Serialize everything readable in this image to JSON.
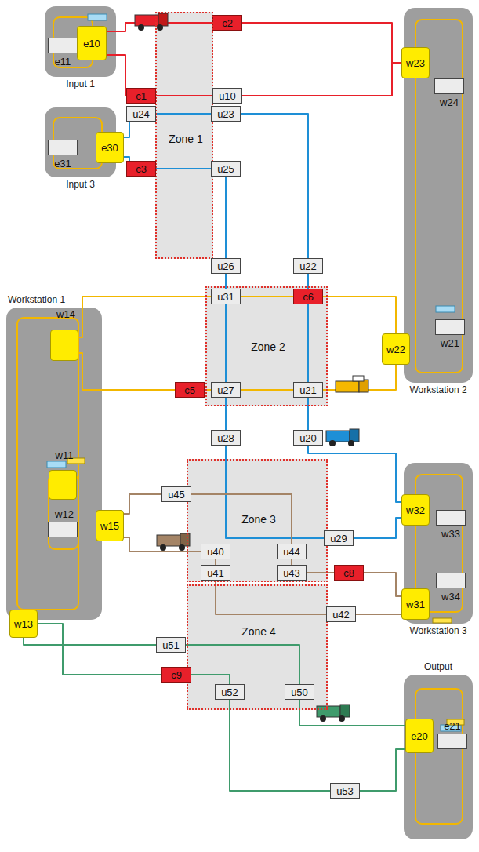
{
  "diagram": {
    "nodes": [
      {
        "text": [
          "Input 1"
        ]
      },
      {
        "text": [
          "e11"
        ],
        "in": 0
      },
      {
        "text": [
          "e10"
        ]
      },
      {
        "text": [
          "c2"
        ]
      },
      {
        "text": [
          "Zone 1"
        ]
      },
      {
        "text": [
          "c1"
        ]
      },
      {
        "text": [
          "u10"
        ]
      },
      {
        "text": [
          "w23"
        ]
      },
      {
        "text": [
          "Workstation 2"
        ]
      },
      {
        "text": [
          "w24"
        ],
        "in": 8
      },
      {
        "text": [
          "w21"
        ],
        "in": 8
      },
      {
        "text": [
          "Input 3"
        ]
      },
      {
        "text": [
          "e31"
        ],
        "in": 11
      },
      {
        "text": [
          "e30"
        ]
      },
      {
        "text": [
          "u24"
        ]
      },
      {
        "text": [
          "u23"
        ]
      },
      {
        "text": [
          "c3"
        ]
      },
      {
        "text": [
          "u25"
        ]
      },
      {
        "text": [
          "u26"
        ]
      },
      {
        "text": [
          "u22"
        ]
      },
      {
        "text": [
          "Workstation 1"
        ]
      },
      {
        "text": [
          "w14"
        ],
        "in": 20
      },
      {
        "text": [
          "w11"
        ],
        "in": 20
      },
      {
        "text": [
          "w12"
        ],
        "in": 20
      },
      {
        "text": [
          "u31"
        ]
      },
      {
        "text": [
          "c6"
        ]
      },
      {
        "text": [
          "w22"
        ]
      },
      {
        "text": [
          "Zone 2"
        ]
      },
      {
        "text": [
          "c5"
        ]
      },
      {
        "text": [
          "u27"
        ]
      },
      {
        "text": [
          "u21"
        ]
      },
      {
        "text": [
          "u28"
        ]
      },
      {
        "text": [
          "u20"
        ]
      },
      {
        "text": [
          "w15"
        ]
      },
      {
        "text": [
          "Zone 3"
        ]
      },
      {
        "text": [
          "u45"
        ]
      },
      {
        "text": [
          "Workstation 3"
        ]
      },
      {
        "text": [
          "w33"
        ],
        "in": 36
      },
      {
        "text": [
          "w34"
        ],
        "in": 36
      },
      {
        "text": [
          "w32"
        ]
      },
      {
        "text": [
          "u29"
        ]
      },
      {
        "text": [
          "u40"
        ]
      },
      {
        "text": [
          "u44"
        ]
      },
      {
        "text": [
          "u41"
        ]
      },
      {
        "text": [
          "u43"
        ]
      },
      {
        "text": [
          "c8"
        ]
      },
      {
        "text": [
          "w13"
        ]
      },
      {
        "text": [
          "Zone 4"
        ]
      },
      {
        "text": [
          "w31"
        ]
      },
      {
        "text": [
          "u51"
        ]
      },
      {
        "text": [
          "u42"
        ]
      },
      {
        "text": [
          "c9"
        ]
      },
      {
        "text": [
          "u52"
        ]
      },
      {
        "text": [
          "u50"
        ]
      },
      {
        "text": [
          "Output"
        ]
      },
      {
        "text": [
          "e21"
        ],
        "in": 54
      },
      {
        "text": [
          "e20"
        ]
      },
      {
        "text": [
          "u53"
        ]
      }
    ],
    "edges": [
      {
        "from": 2,
        "to": 3,
        "arrow": "none"
      },
      {
        "from": 3,
        "to": 7,
        "arrow": "none"
      },
      {
        "from": 7,
        "to": 6,
        "arrow": "none"
      },
      {
        "from": 6,
        "to": 5,
        "arrow": "none"
      },
      {
        "from": 5,
        "to": 2,
        "arrow": "none"
      },
      {
        "from": 13,
        "to": 14,
        "arrow": "none"
      },
      {
        "from": 14,
        "to": 15,
        "arrow": "none"
      },
      {
        "from": 15,
        "to": 19,
        "arrow": "none"
      },
      {
        "from": 19,
        "to": 25,
        "arrow": "none"
      },
      {
        "from": 25,
        "to": 30,
        "arrow": "none"
      },
      {
        "from": 30,
        "to": 32,
        "arrow": "none"
      },
      {
        "from": 32,
        "to": 39,
        "arrow": "none"
      },
      {
        "from": 39,
        "to": 40,
        "arrow": "none"
      },
      {
        "from": 40,
        "to": 31,
        "arrow": "none"
      },
      {
        "from": 31,
        "to": 29,
        "arrow": "none"
      },
      {
        "from": 29,
        "to": 24,
        "arrow": "none"
      },
      {
        "from": 24,
        "to": 18,
        "arrow": "none"
      },
      {
        "from": 18,
        "to": 17,
        "arrow": "none"
      },
      {
        "from": 17,
        "to": 16,
        "arrow": "none"
      },
      {
        "from": 16,
        "to": 13,
        "arrow": "none"
      },
      {
        "from": 21,
        "to": 24,
        "arrow": "none"
      },
      {
        "from": 24,
        "to": 25,
        "arrow": "none"
      },
      {
        "from": 25,
        "to": 26,
        "arrow": "none"
      },
      {
        "from": 26,
        "to": 30,
        "arrow": "none"
      },
      {
        "from": 30,
        "to": 29,
        "arrow": "none"
      },
      {
        "from": 29,
        "to": 28,
        "arrow": "none"
      },
      {
        "from": 28,
        "to": 21,
        "arrow": "none"
      },
      {
        "from": 33,
        "to": 35,
        "arrow": "none"
      },
      {
        "from": 35,
        "to": 42,
        "arrow": "none"
      },
      {
        "from": 42,
        "to": 44,
        "arrow": "none"
      },
      {
        "from": 44,
        "to": 45,
        "arrow": "none"
      },
      {
        "from": 45,
        "to": 48,
        "arrow": "none"
      },
      {
        "from": 48,
        "to": 50,
        "arrow": "none"
      },
      {
        "from": 50,
        "to": 43,
        "arrow": "none"
      },
      {
        "from": 43,
        "to": 41,
        "arrow": "none"
      },
      {
        "from": 41,
        "to": 33,
        "arrow": "none"
      },
      {
        "from": 46,
        "to": 49,
        "arrow": "none"
      },
      {
        "from": 49,
        "to": 53,
        "arrow": "none"
      },
      {
        "from": 53,
        "to": 56,
        "arrow": "none"
      },
      {
        "from": 56,
        "to": 57,
        "arrow": "none"
      },
      {
        "from": 57,
        "to": 52,
        "arrow": "none"
      },
      {
        "from": 52,
        "to": 51,
        "arrow": "none"
      },
      {
        "from": 51,
        "to": 46,
        "arrow": "none"
      }
    ]
  }
}
